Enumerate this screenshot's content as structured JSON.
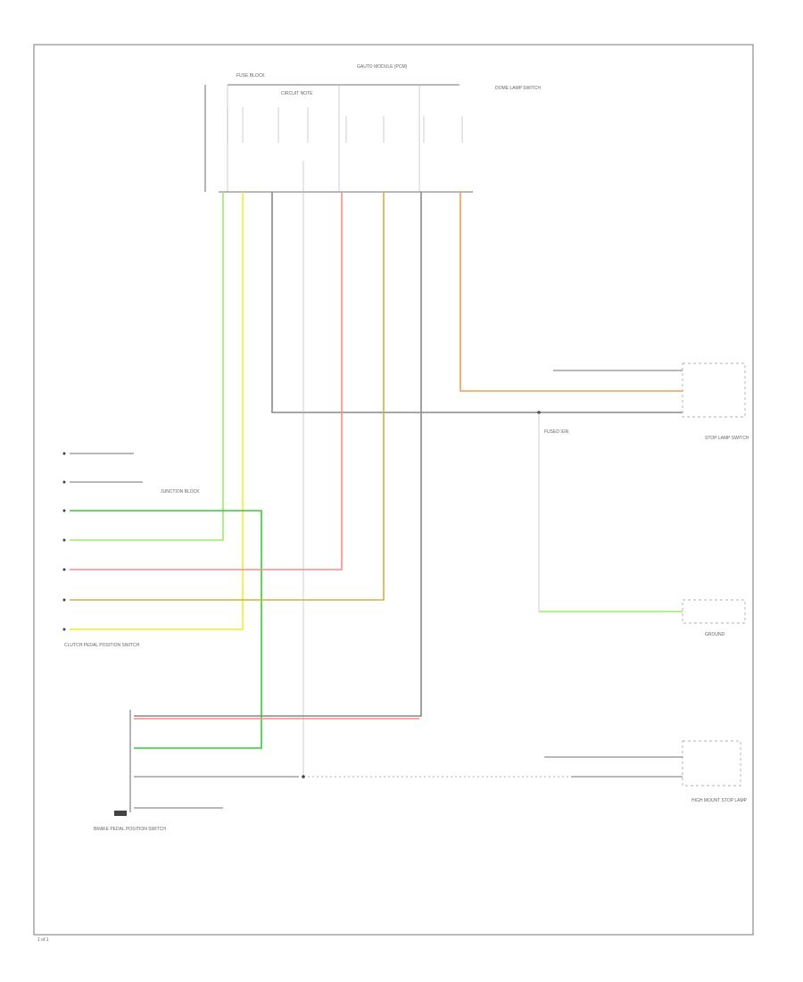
{
  "colors": {
    "light_green": "#99ee66",
    "green": "#33cc33",
    "pink": "#ff8888",
    "orange": "#f0a050",
    "tan": "#d4b040",
    "yellow": "#eeee22",
    "grey": "#888888",
    "dark_grey": "#444444",
    "border": "#777777"
  },
  "labels": {
    "top_module": "GAUTO MODULE (PCM)",
    "fuse_block": "FUSE BLOCK",
    "circuit_note": "CIRCUIT NOTE",
    "left_stack": "JUNCTION BLOCK",
    "right_note": "DOME LAMP SWITCH",
    "stop_lamp_switch": "STOP LAMP SWITCH",
    "connector_note": "FUSED IGN",
    "left_connector": "CLUTCH PEDAL POSITION SWITCH",
    "bottom_module": "BRAKE PEDAL POSITION SWITCH",
    "right_bottom": "HIGH MOUNT STOP LAMP",
    "ground_note": "GROUND",
    "footer": "1 of 1"
  }
}
